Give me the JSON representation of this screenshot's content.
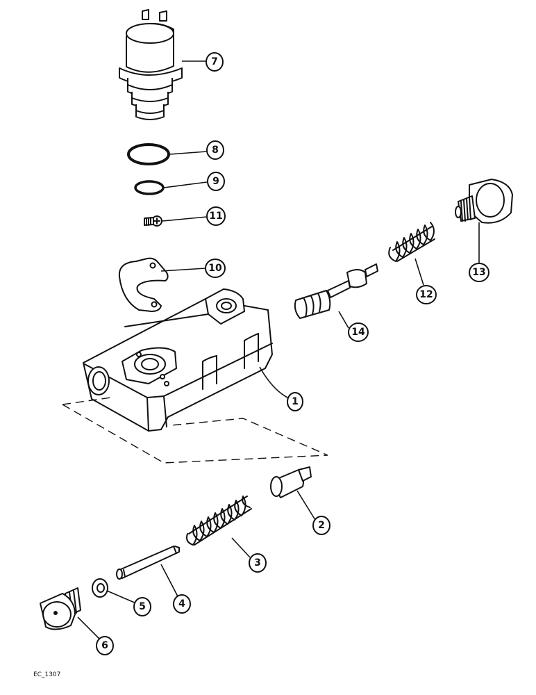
{
  "diagram": {
    "drawing_code": "EC_1307",
    "callouts": [
      {
        "id": "c1",
        "label": "1"
      },
      {
        "id": "c2",
        "label": "2"
      },
      {
        "id": "c3",
        "label": "3"
      },
      {
        "id": "c4",
        "label": "4"
      },
      {
        "id": "c5",
        "label": "5"
      },
      {
        "id": "c6",
        "label": "6"
      },
      {
        "id": "c7",
        "label": "7"
      },
      {
        "id": "c8",
        "label": "8"
      },
      {
        "id": "c9",
        "label": "9"
      },
      {
        "id": "c10",
        "label": "10"
      },
      {
        "id": "c11",
        "label": "11"
      },
      {
        "id": "c12",
        "label": "12"
      },
      {
        "id": "c13",
        "label": "13"
      },
      {
        "id": "c14",
        "label": "14"
      }
    ]
  }
}
